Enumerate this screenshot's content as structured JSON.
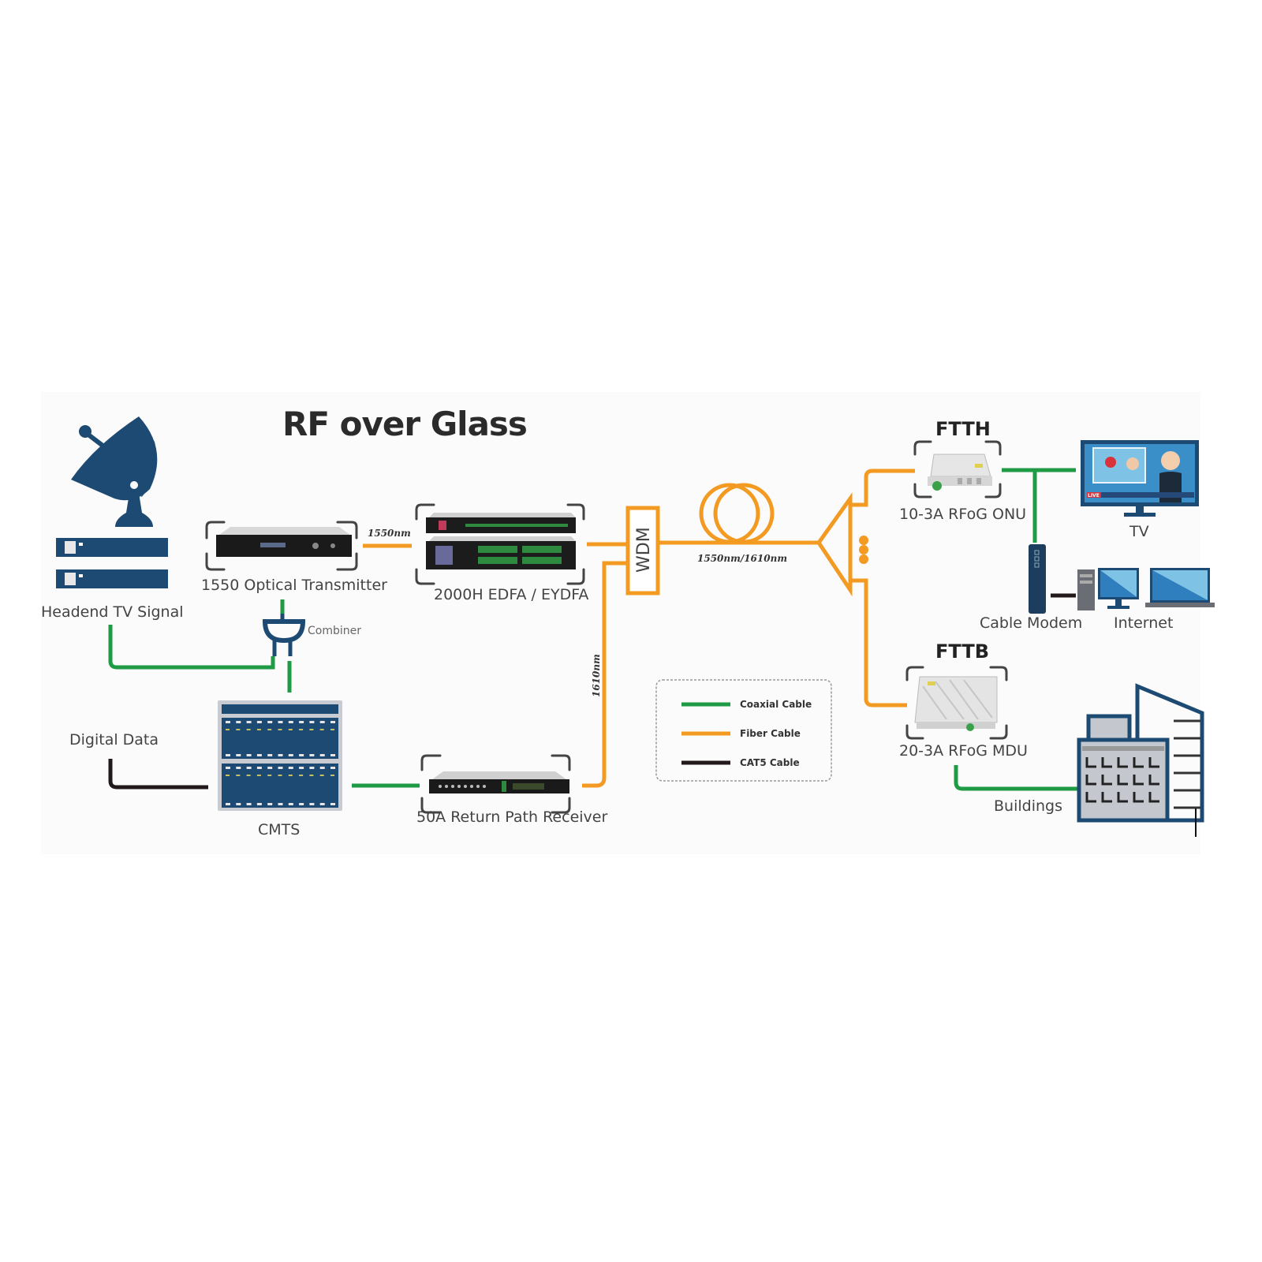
{
  "title": "RF over Glass",
  "nodes": {
    "headend": "Headend TV Signal",
    "transmitter": "1550 Optical Transmitter",
    "edfa": "2000H EDFA / EYDFA",
    "wdm": "WDM",
    "combiner": "Combiner",
    "cmts": "CMTS",
    "digital_data": "Digital Data",
    "return_receiver": "50A Return Path Receiver",
    "onu": "10-3A RFoG ONU",
    "mdu": "20-3A RFoG MDU",
    "tv": "TV",
    "cable_modem": "Cable Modem",
    "internet": "Internet",
    "buildings": "Buildings"
  },
  "sections": {
    "ftth": "FTTH",
    "fttb": "FTTB"
  },
  "wavelengths": {
    "tx_link": "1550nm",
    "trunk": "1550nm/1610nm",
    "return": "1610nm"
  },
  "legend": [
    {
      "label": "Coaxial Cable",
      "color": "#1f9a45"
    },
    {
      "label": "Fiber Cable",
      "color": "#f39a22"
    },
    {
      "label": "CAT5 Cable",
      "color": "#221a1a"
    }
  ],
  "tv_badge": "LIVE"
}
